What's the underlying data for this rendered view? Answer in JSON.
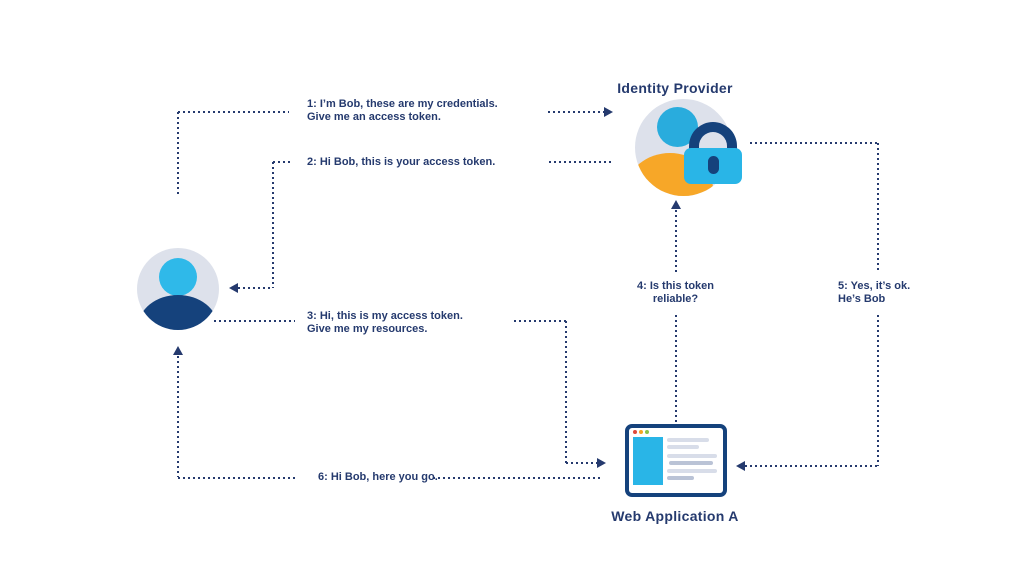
{
  "diagram": {
    "nodes": {
      "identity_provider": {
        "title": "Identity Provider",
        "icon": "identity-provider-avatar-with-padlock"
      },
      "user": {
        "icon": "user-avatar"
      },
      "web_application": {
        "title": "Web Application A",
        "icon": "browser-window"
      }
    },
    "steps": [
      {
        "id": "1",
        "text": "1: I’m Bob, these are my credentials.\nGive me an access token.",
        "from": "user",
        "to": "identity_provider"
      },
      {
        "id": "2",
        "text": "2: Hi Bob, this is your access token.",
        "from": "identity_provider",
        "to": "user"
      },
      {
        "id": "3",
        "text": "3: Hi, this is my access token.\nGive me my resources.",
        "from": "user",
        "to": "web_application"
      },
      {
        "id": "4",
        "text": "4: Is this token\nreliable?",
        "from": "web_application",
        "to": "identity_provider"
      },
      {
        "id": "5",
        "text": "5: Yes, it’s ok.\nHe’s Bob",
        "from": "identity_provider",
        "to": "web_application"
      },
      {
        "id": "6",
        "text": "6: Hi Bob, here you go.",
        "from": "web_application",
        "to": "user"
      }
    ],
    "colors": {
      "navy_text": "#253a6e",
      "navy_dark": "#15427c",
      "cyan": "#2fb9e9",
      "orange": "#f7a728",
      "avatar_background": "#dde1eb"
    }
  }
}
